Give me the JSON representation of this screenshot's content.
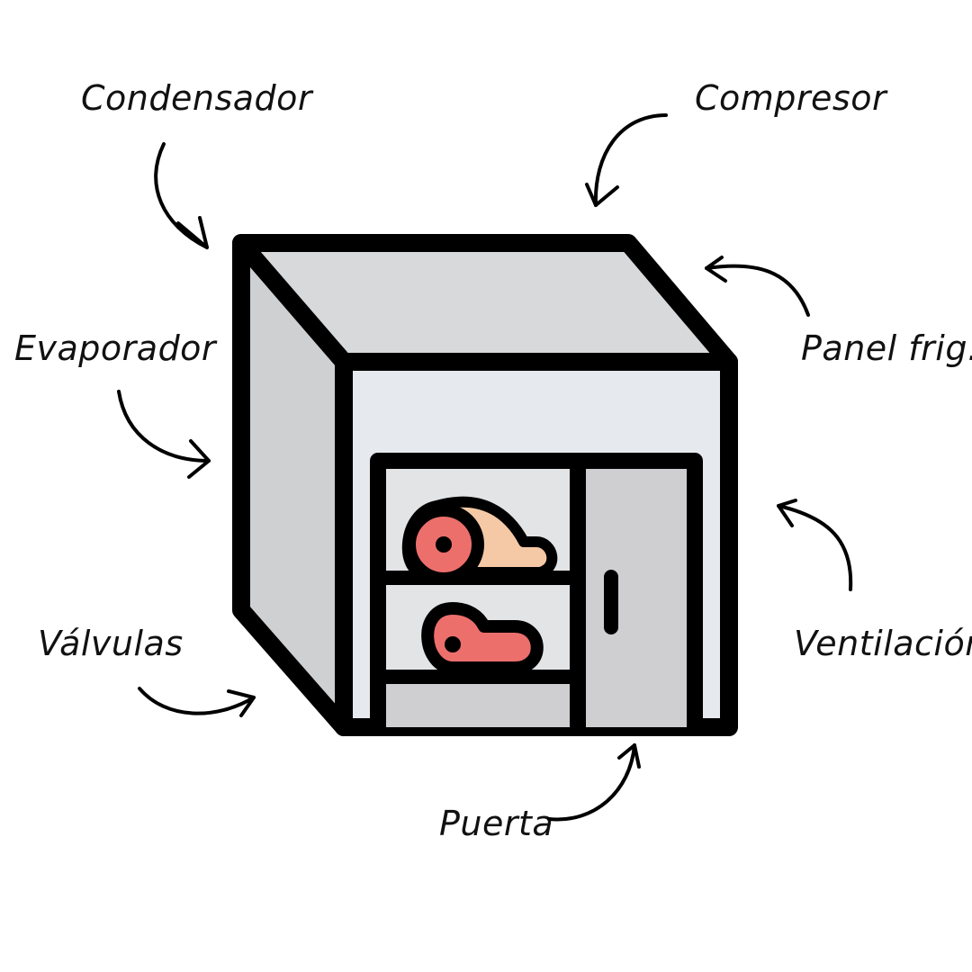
{
  "labels": {
    "condensador": "Condensador",
    "compresor": "Compresor",
    "evaporador": "Evaporador",
    "panel": "Panel frig.",
    "valvulas": "Válvulas",
    "ventilacion": "Ventilación",
    "puerta": "Puerta"
  },
  "colors": {
    "outline": "#000000",
    "top_face": "#d8d9db",
    "side_face": "#cfd0d2",
    "front_face": "#e6eaee",
    "shelf_bg": "#e3e4e6",
    "door": "#cfcfd1",
    "meat_red": "#ec6f6c",
    "meat_fat": "#f5c9a6"
  },
  "icons": {
    "cold_room": "cold-room-icon",
    "ham": "ham-icon",
    "steak": "steak-icon"
  }
}
